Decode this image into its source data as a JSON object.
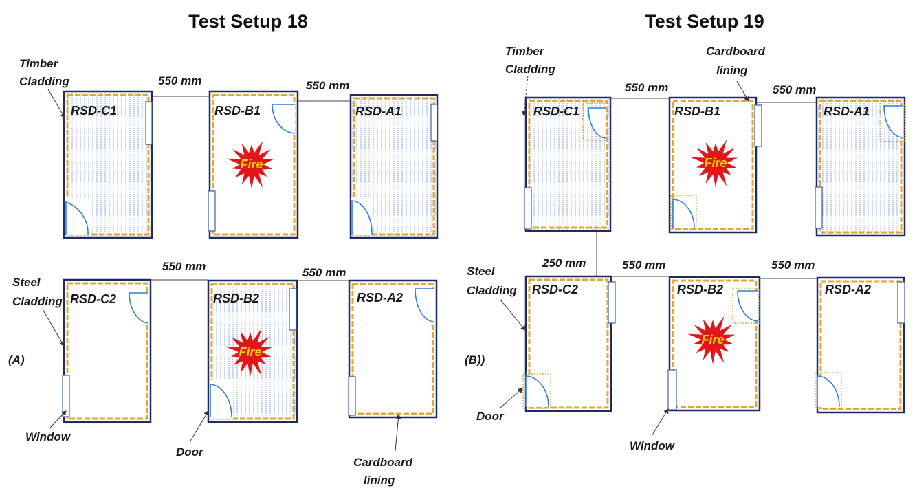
{
  "titles": {
    "left": "Test Setup 18",
    "right": "Test Setup 19"
  },
  "panel_labels": {
    "a": "(A)",
    "b": "(B))"
  },
  "dimensions": {
    "d550": "550 mm",
    "d250": "250 mm"
  },
  "annotations": {
    "timber_cladding_line1": "Timber",
    "timber_cladding_line2": "Cladding",
    "steel_cladding_line1": "Steel",
    "steel_cladding_line2": "Cladding",
    "cardboard_line1": "Cardboard",
    "cardboard_line2": "lining",
    "window": "Window",
    "door": "Door"
  },
  "rooms": {
    "c1": "RSD-C1",
    "b1": "RSD-B1",
    "a1": "RSD-A1",
    "c2": "RSD-C2",
    "b2": "RSD-B2",
    "a2": "RSD-A2"
  },
  "fire_label": "Fire",
  "colors": {
    "wall": "#1e2a66",
    "lining": "#e8a62e",
    "timber_hatch": "#7f9ad6",
    "door": "#2f7fd6",
    "fire_star": "#e0161b",
    "fire_text": "#ffd400"
  }
}
